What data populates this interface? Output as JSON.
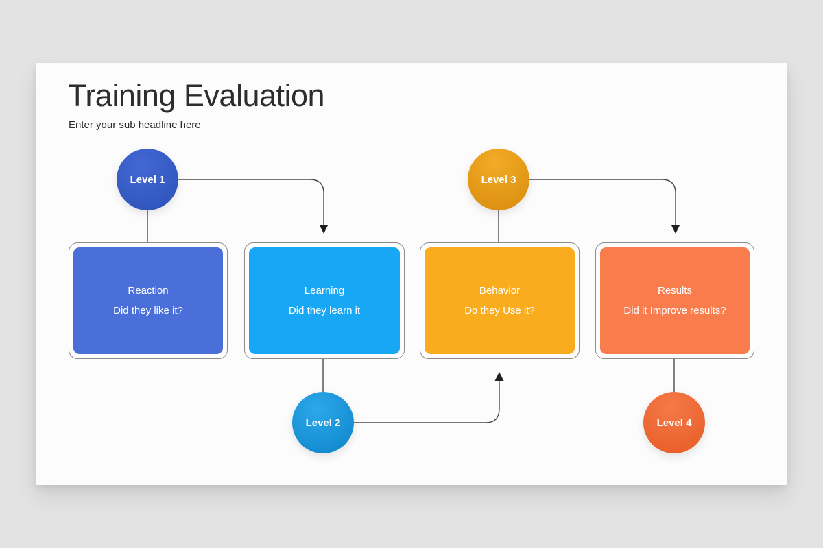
{
  "header": {
    "title": "Training Evaluation",
    "subtitle": "Enter your sub headline here"
  },
  "levels": [
    {
      "label": "Level 1",
      "color": "#3a60c9"
    },
    {
      "label": "Level 2",
      "color": "#1e9bdf"
    },
    {
      "label": "Level 3",
      "color": "#e9a01d"
    },
    {
      "label": "Level 4",
      "color": "#f26a38"
    }
  ],
  "stages": [
    {
      "title": "Reaction",
      "question": "Did they like it?",
      "color": "#4a6fd9"
    },
    {
      "title": "Learning",
      "question": "Did they learn it",
      "color": "#18a7f4"
    },
    {
      "title": "Behavior",
      "question": "Do they Use it?",
      "color": "#f9ac1d"
    },
    {
      "title": "Results",
      "question": "Did it Improve results?",
      "color": "#f97c4d"
    }
  ],
  "connector_color": "#4b4b4b",
  "slide_background": "#fcfcfc",
  "page_background": "#e4e3e4"
}
